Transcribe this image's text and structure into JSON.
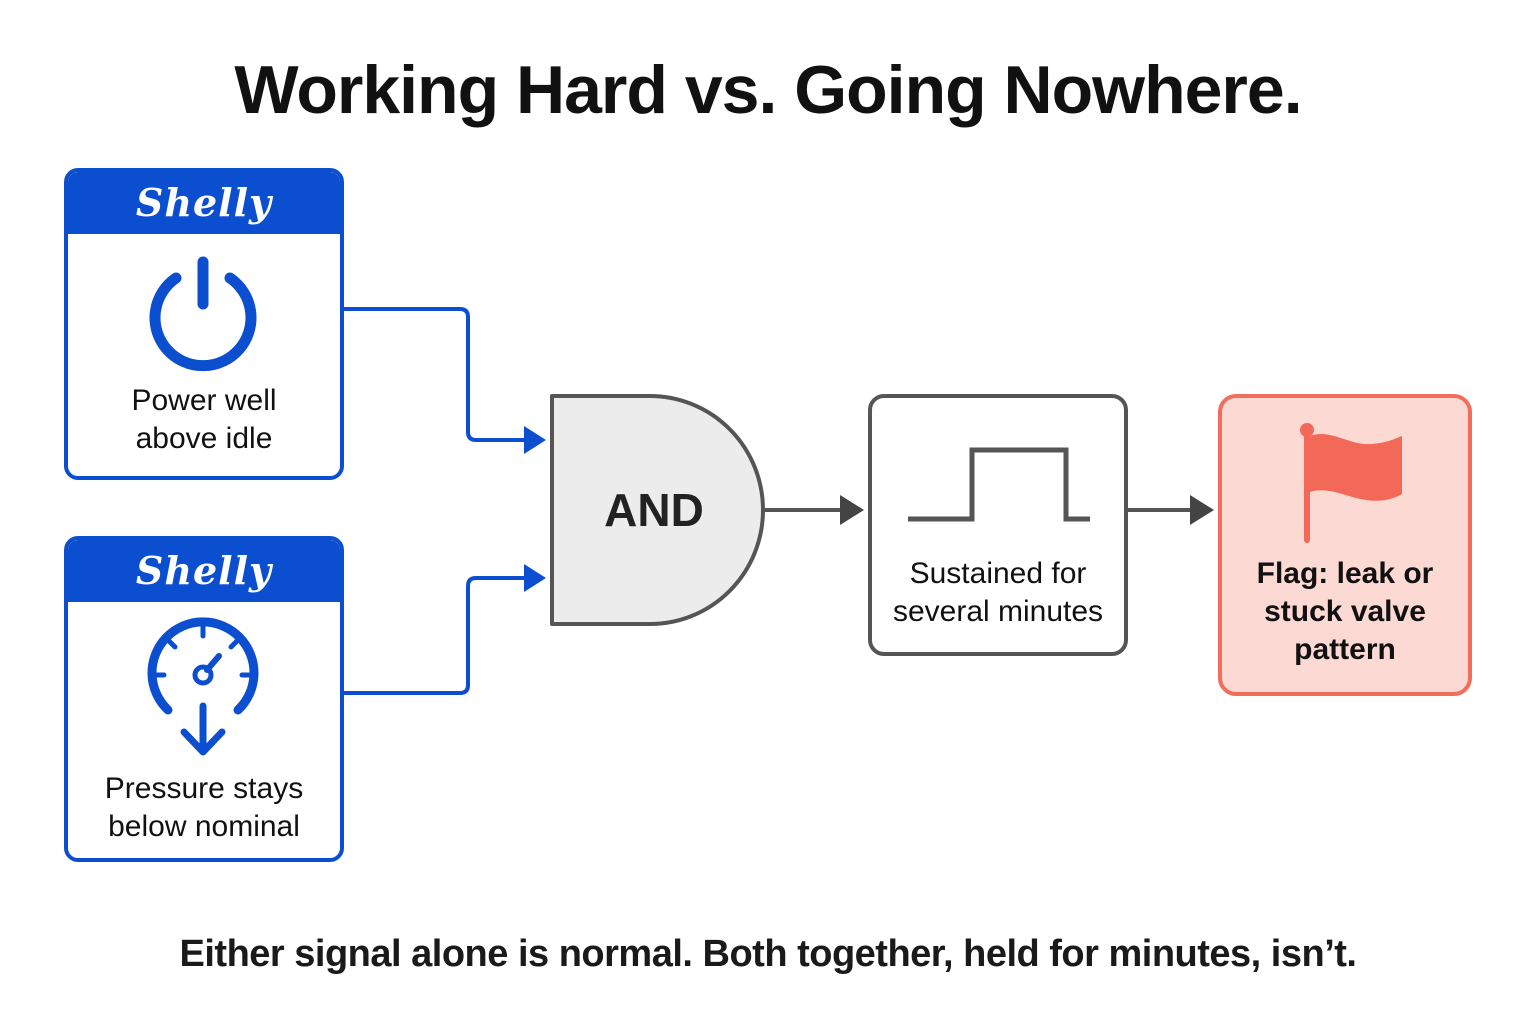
{
  "title": "Working Hard vs. Going Nowhere.",
  "footer": "Either signal alone is normal. Both together, held for minutes, isn’t.",
  "colors": {
    "brand_blue": "#0b4fd0",
    "gate_fill": "#ececec",
    "gate_stroke": "#555555",
    "neutral_stroke": "#555555",
    "flag_fill": "#fcd9d3",
    "flag_stroke": "#f06e5a",
    "flag_icon": "#f26a57"
  },
  "inputs": [
    {
      "brand": "Shelly",
      "icon": "power-icon",
      "label_lines": [
        "Power well",
        "above idle"
      ]
    },
    {
      "brand": "Shelly",
      "icon": "pressure-gauge-down-icon",
      "label_lines": [
        "Pressure stays",
        "below nominal"
      ]
    }
  ],
  "gate": {
    "label": "AND"
  },
  "timer": {
    "icon": "pulse-waveform-icon",
    "label_lines": [
      "Sustained for",
      "several minutes"
    ]
  },
  "output": {
    "icon": "flag-icon",
    "label_lines": [
      "Flag: leak or",
      "stuck valve",
      "pattern"
    ]
  }
}
